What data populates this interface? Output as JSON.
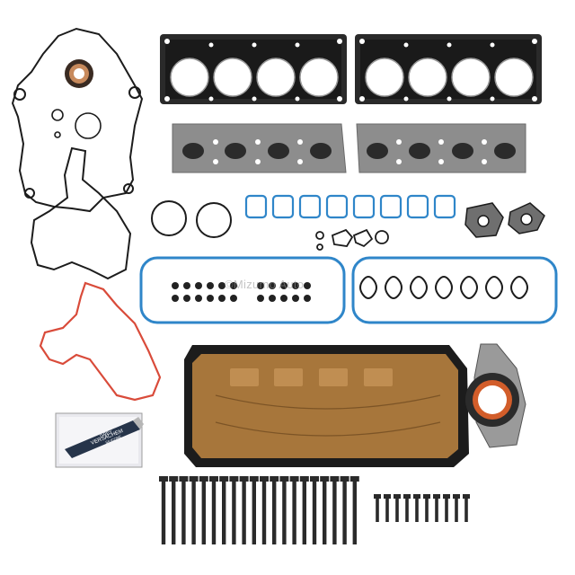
{
  "watermark": "©Mizumo Auto",
  "tube": {
    "brand": "VERSACHEM",
    "product": "GREY",
    "subtitle": "SILICONE"
  },
  "colors": {
    "gasket_dark": "#1c1c1c",
    "gasket_steel": "#8d8d8d",
    "blue_gasket": "#2f86c9",
    "red_gasket": "#d94b3a",
    "pan_gold": "#a7763b",
    "bolt": "#2a2a2a"
  },
  "icons": {
    "watermark": "copyright-icon"
  }
}
